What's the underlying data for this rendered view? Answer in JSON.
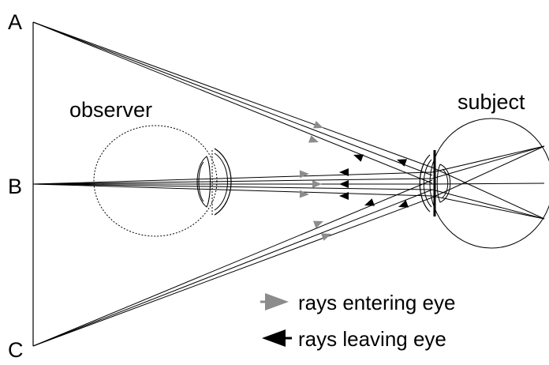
{
  "points": {
    "a": "A",
    "b": "B",
    "c": "C"
  },
  "labels": {
    "observer": "observer",
    "subject": "subject"
  },
  "legend": {
    "entering": "rays entering eye",
    "leaving": "rays leaving eye"
  },
  "colors": {
    "line": "#000000",
    "entering_arrow": "#8c8c8c",
    "leaving_arrow": "#000000",
    "eye_outline": "#000000"
  }
}
